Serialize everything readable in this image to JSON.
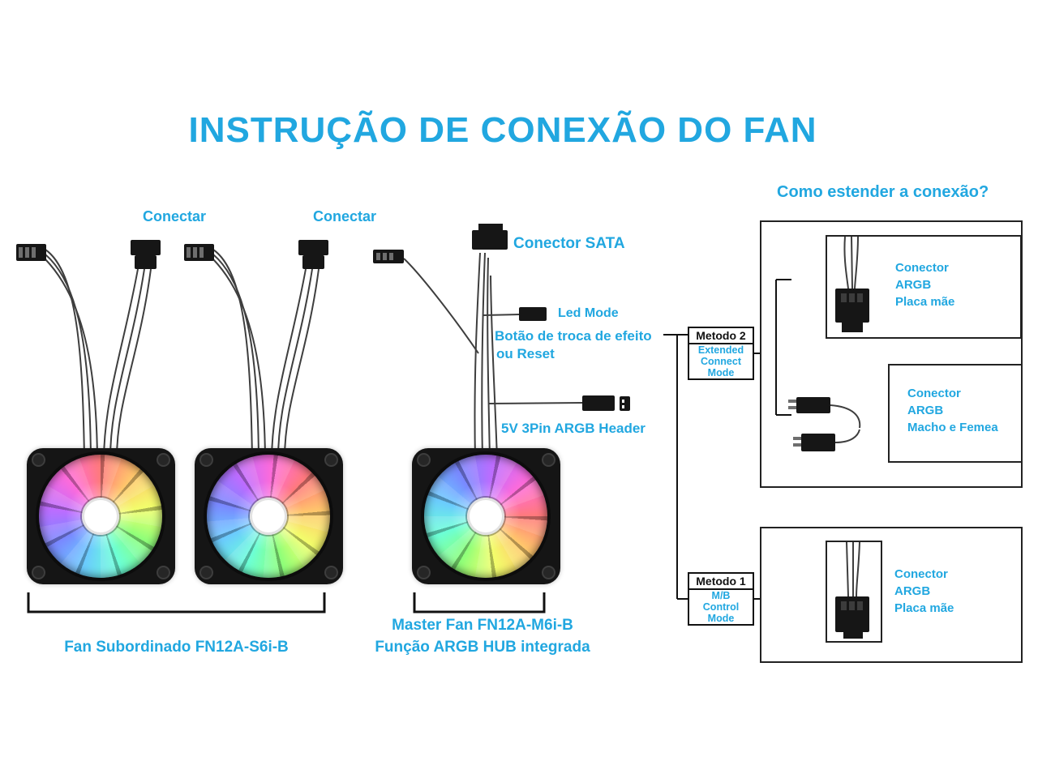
{
  "title": "INSTRUÇÃO DE CONEXÃO DO FAN",
  "colors": {
    "accent": "#21a7e0",
    "ink": "#111111",
    "wire": "#3e3e3e"
  },
  "annotations": {
    "conectar_labels": [
      "Conectar",
      "Conectar"
    ],
    "conector_sata": "Conector SATA",
    "led_mode": "Led Mode",
    "botao_line1": "Botão de troca de efeito",
    "botao_line2": "ou Reset",
    "argb_header": "5V 3Pin ARGB Header"
  },
  "extend_section": {
    "heading": "Como estender a conexão?",
    "metodo2": {
      "title": "Metodo 2",
      "lines": [
        "Extended",
        "Connect",
        "Mode"
      ]
    },
    "metodo1": {
      "title": "Metodo 1",
      "lines": [
        "M/B",
        "Control",
        "Mode"
      ]
    },
    "argb_mobo_top": {
      "lines": [
        "Conector",
        "ARGB",
        "Placa mãe"
      ]
    },
    "argb_male_female": {
      "lines": [
        "Conector",
        "ARGB",
        "Macho e Femea"
      ]
    },
    "argb_mobo_bottom": {
      "lines": [
        "Conector",
        "ARGB",
        "Placa mãe"
      ]
    }
  },
  "fan_labels": {
    "subordinate": "Fan Subordinado FN12A-S6i-B",
    "master_line1": "Master Fan FN12A-M6i-B",
    "master_line2": "Função ARGB HUB integrada"
  }
}
